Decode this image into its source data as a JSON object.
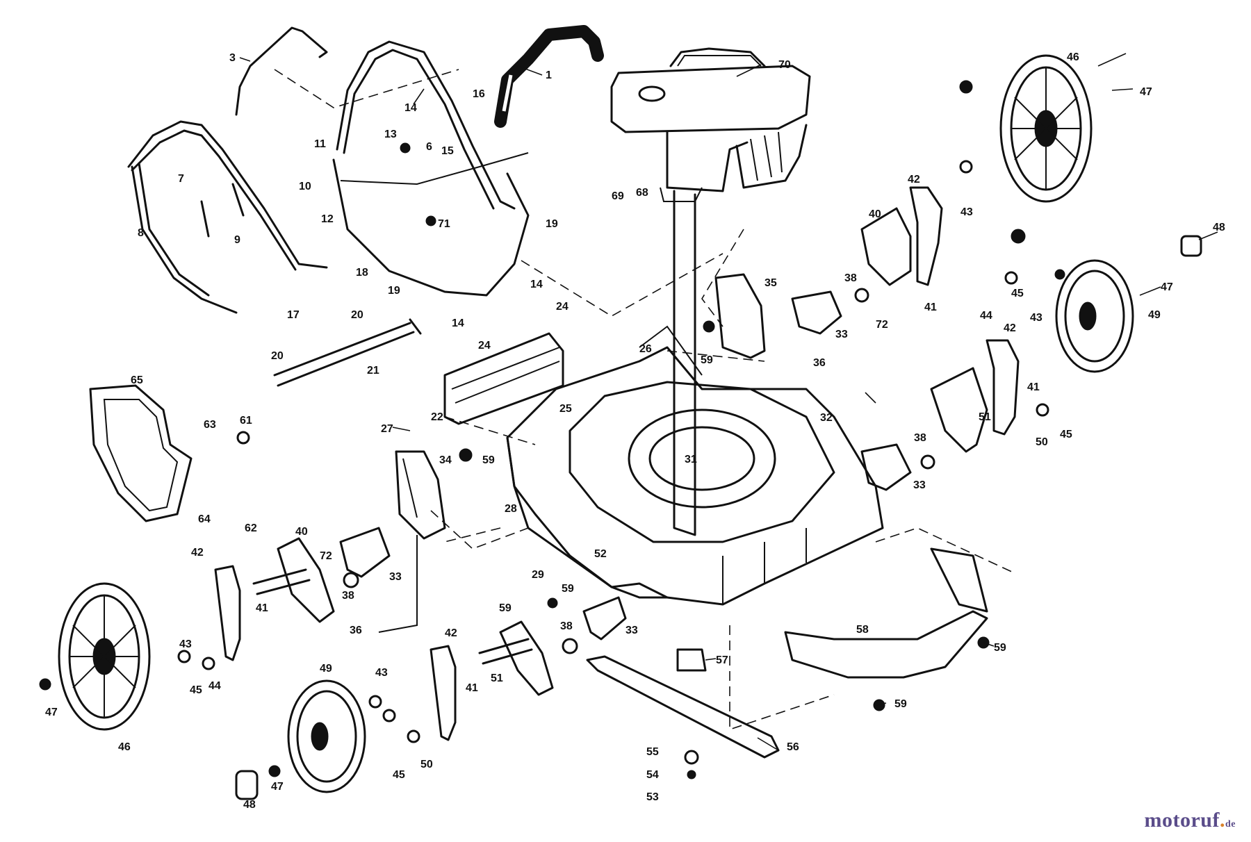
{
  "callouts": {
    "c1": "1",
    "c3": "3",
    "c6": "6",
    "c7": "7",
    "c8": "8",
    "c9": "9",
    "c10": "10",
    "c11": "11",
    "c12": "12",
    "c13": "13",
    "c14a": "14",
    "c15": "15",
    "c16": "16",
    "c17": "17",
    "c18": "18",
    "c19a": "19",
    "c19b": "19",
    "c20a": "20",
    "c71": "71",
    "c70": "70",
    "c69": "69",
    "c68": "68",
    "c14b": "14",
    "c24a": "24",
    "c14c": "14",
    "c24b": "24",
    "c21": "21",
    "c20b": "20",
    "c22": "22",
    "c35": "35",
    "c33a": "33",
    "c59a": "59",
    "c26": "26",
    "c36a": "36",
    "c38a": "38",
    "c72a": "72",
    "c40a": "40",
    "c42a": "42",
    "c41a": "41",
    "c43a": "43",
    "c46a": "46",
    "c47a": "47",
    "c44a": "44",
    "c45a": "45",
    "c48a": "48",
    "c47b": "47",
    "c49a": "49",
    "c43b": "43",
    "c42b": "42",
    "c41b": "41",
    "c51a": "51",
    "c50a": "50",
    "c45b": "45",
    "c32": "32",
    "c25": "25",
    "c27": "27",
    "c65": "65",
    "c63": "63",
    "c61": "61",
    "c34": "34",
    "c59b": "59",
    "c31": "31",
    "c38b": "38",
    "c33b": "33",
    "c64": "64",
    "c62": "62",
    "c28": "28",
    "c29": "29",
    "c52": "52",
    "c40b": "40",
    "c72b": "72",
    "c33c": "33",
    "c38c": "38",
    "c42c": "42",
    "c41c": "41",
    "c59c": "59",
    "c59d": "59",
    "c36b": "36",
    "c38d": "38",
    "c33d": "33",
    "c58": "58",
    "c59e": "59",
    "c43c": "43",
    "c44b": "44",
    "c45c": "45",
    "c47c": "47",
    "c46b": "46",
    "c42d": "42",
    "c41d": "41",
    "c51b": "51",
    "c57": "57",
    "c59f": "59",
    "c49b": "49",
    "c43d": "43",
    "c45d": "45",
    "c50b": "50",
    "c47d": "47",
    "c48b": "48",
    "c55": "55",
    "c54": "54",
    "c53": "53",
    "c56": "56"
  },
  "watermark": {
    "main": "motoruf",
    "dot": ".",
    "tld": "de"
  }
}
